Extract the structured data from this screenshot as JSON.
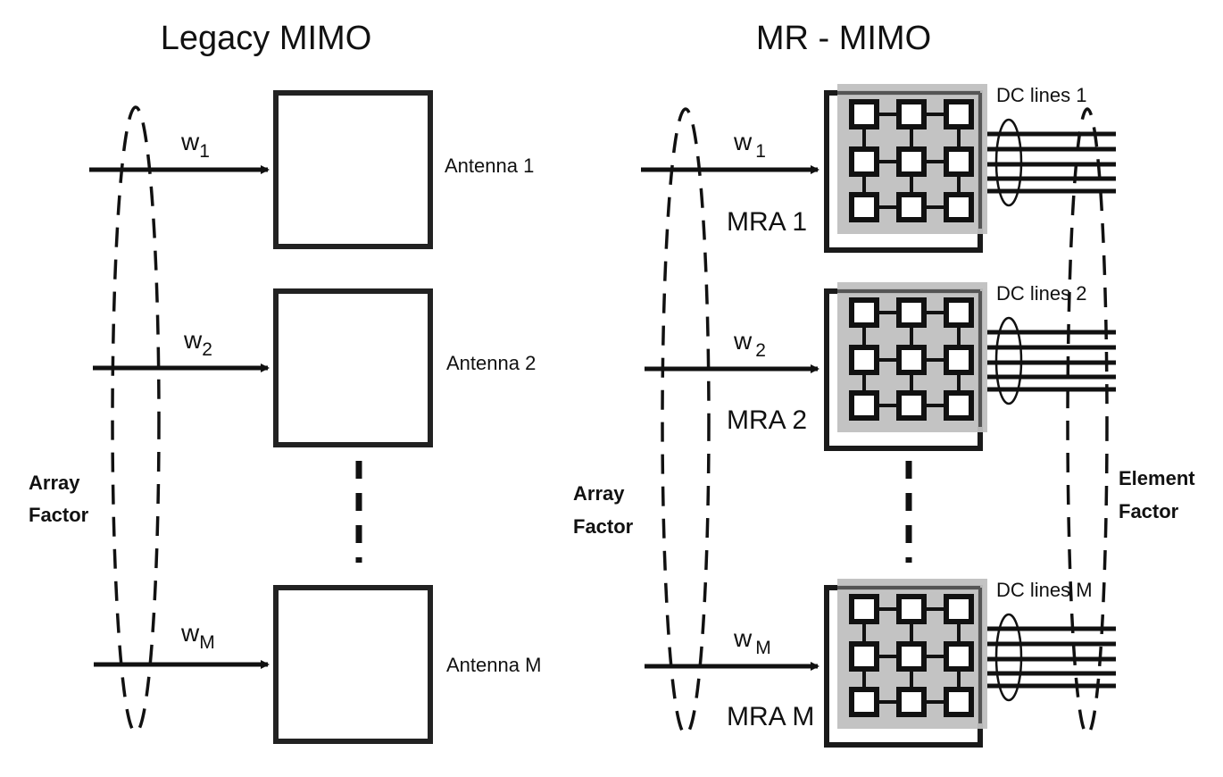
{
  "legacy": {
    "title": "Legacy MIMO",
    "antennas": [
      {
        "label": "Antenna 1",
        "weight": "w",
        "sub": "1"
      },
      {
        "label": "Antenna 2",
        "weight": "w",
        "sub": "2"
      },
      {
        "label": "Antenna M",
        "weight": "w",
        "sub": "M"
      }
    ],
    "array_factor": [
      "Array",
      "Factor"
    ]
  },
  "mr": {
    "title": "MR - MIMO",
    "antennas": [
      {
        "label": "MRA 1",
        "weight": "w",
        "sub": "1",
        "dc": "DC lines 1"
      },
      {
        "label": "MRA 2",
        "weight": "w",
        "sub": "2",
        "dc": "DC lines 2"
      },
      {
        "label": "MRA M",
        "weight": "w",
        "sub": "M",
        "dc": "DC lines M"
      }
    ],
    "array_factor": [
      "Array",
      "Factor"
    ],
    "element_factor": [
      "Element",
      "Factor"
    ]
  },
  "colors": {
    "stroke": "#111111",
    "box": "#222222",
    "gray_fill": "#c0c0c0",
    "gray_edge": "#555555"
  }
}
